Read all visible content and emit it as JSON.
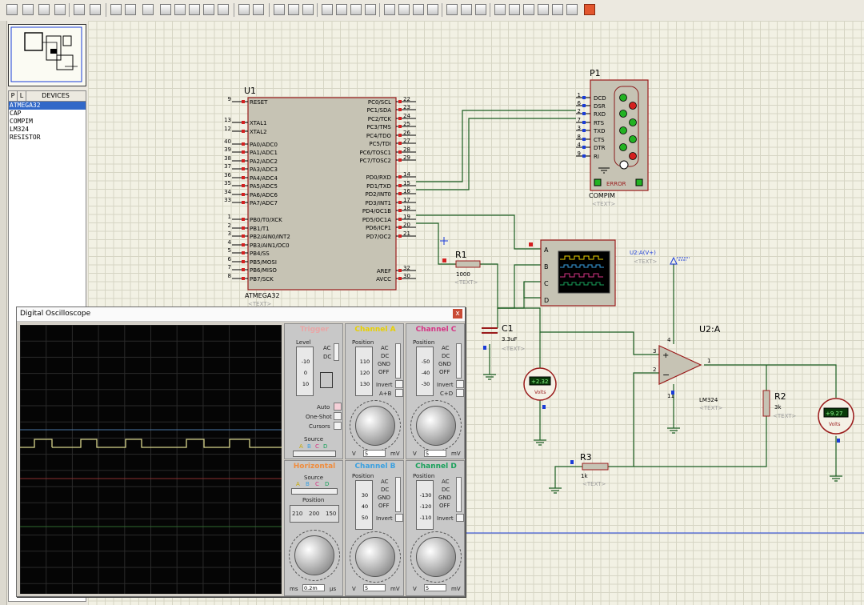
{
  "colors": {
    "canvas": "#f2f1e4",
    "wire": "#1b5e20",
    "component": "#9a1b1b",
    "body": "#c6c3b4",
    "scope_bg": "#050505",
    "trace": "#d8d58c",
    "chA": "#e8d000",
    "chB": "#3aa0e0",
    "chC": "#d63384",
    "chD": "#18a05a"
  },
  "panel": {
    "tabs": [
      "P",
      "L"
    ],
    "devices_header": "DEVICES",
    "devices": [
      "ATMEGA32",
      "CAP",
      "COMPIM",
      "LM324",
      "RESISTOR"
    ]
  },
  "u1": {
    "ref": "U1",
    "part": "ATMEGA32",
    "text": "<TEXT>",
    "left_pins": [
      {
        "n": "9",
        "label": "RESET"
      },
      {
        "n": "13",
        "label": "XTAL1"
      },
      {
        "n": "12",
        "label": "XTAL2"
      },
      {
        "n": "40",
        "label": "PA0/ADC0"
      },
      {
        "n": "39",
        "label": "PA1/ADC1"
      },
      {
        "n": "38",
        "label": "PA2/ADC2"
      },
      {
        "n": "37",
        "label": "PA3/ADC3"
      },
      {
        "n": "36",
        "label": "PA4/ADC4"
      },
      {
        "n": "35",
        "label": "PA5/ADC5"
      },
      {
        "n": "34",
        "label": "PA6/ADC6"
      },
      {
        "n": "33",
        "label": "PA7/ADC7"
      },
      {
        "n": "1",
        "label": "PB0/T0/XCK"
      },
      {
        "n": "2",
        "label": "PB1/T1"
      },
      {
        "n": "3",
        "label": "PB2/AIN0/INT2"
      },
      {
        "n": "4",
        "label": "PB3/AIN1/OC0"
      },
      {
        "n": "5",
        "label": "PB4/SS"
      },
      {
        "n": "6",
        "label": "PB5/MOSI"
      },
      {
        "n": "7",
        "label": "PB6/MISO"
      },
      {
        "n": "8",
        "label": "PB7/SCK"
      }
    ],
    "right_pins": [
      {
        "n": "22",
        "label": "PC0/SCL"
      },
      {
        "n": "23",
        "label": "PC1/SDA"
      },
      {
        "n": "24",
        "label": "PC2/TCK"
      },
      {
        "n": "25",
        "label": "PC3/TMS"
      },
      {
        "n": "26",
        "label": "PC4/TDO"
      },
      {
        "n": "27",
        "label": "PC5/TDI"
      },
      {
        "n": "28",
        "label": "PC6/TOSC1"
      },
      {
        "n": "29",
        "label": "PC7/TOSC2"
      },
      {
        "n": "14",
        "label": "PD0/RXD"
      },
      {
        "n": "15",
        "label": "PD1/TXD"
      },
      {
        "n": "16",
        "label": "PD2/INT0"
      },
      {
        "n": "17",
        "label": "PD3/INT1"
      },
      {
        "n": "18",
        "label": "PD4/OC1B"
      },
      {
        "n": "19",
        "label": "PD5/OC1A"
      },
      {
        "n": "20",
        "label": "PD6/ICP1"
      },
      {
        "n": "21",
        "label": "PD7/OC2"
      },
      {
        "n": "32",
        "label": "AREF"
      },
      {
        "n": "30",
        "label": "AVCC"
      }
    ]
  },
  "p1": {
    "ref": "P1",
    "part": "COMPIM",
    "text": "<TEXT>",
    "status": "ERROR",
    "pins": [
      {
        "n": "1",
        "label": "DCD"
      },
      {
        "n": "6",
        "label": "DSR"
      },
      {
        "n": "2",
        "label": "RXD"
      },
      {
        "n": "7",
        "label": "RTS"
      },
      {
        "n": "3",
        "label": "TXD"
      },
      {
        "n": "8",
        "label": "CTS"
      },
      {
        "n": "4",
        "label": "DTR"
      },
      {
        "n": "9",
        "label": "RI"
      }
    ]
  },
  "scope_symbol": {
    "channels": [
      "A",
      "B",
      "C",
      "D"
    ]
  },
  "r1": {
    "ref": "R1",
    "value": "1000",
    "text": "<TEXT>"
  },
  "c1": {
    "ref": "C1",
    "value": "3.3uF",
    "text": "<TEXT>"
  },
  "r2": {
    "ref": "R2",
    "value": "3k",
    "text": "<TEXT>"
  },
  "r3": {
    "ref": "R3",
    "value": "1k",
    "text": "<TEXT>"
  },
  "u2": {
    "ref": "U2:A",
    "part": "LM324",
    "text": "<TEXT>",
    "supply": "U2:A(V+)",
    "supply_text": "<TEXT>",
    "pin_plus": "3",
    "pin_minus": "2",
    "pin_out": "1",
    "pin_vcc": "4",
    "pin_gnd": "11"
  },
  "voltmeter1": {
    "value": "+2.32",
    "unit": "Volts"
  },
  "voltmeter2": {
    "value": "+9.27",
    "unit": "Volts"
  },
  "oscilloscope": {
    "title": "Digital Oscilloscope",
    "close": "x",
    "trigger": {
      "title": "Trigger",
      "level_label": "Level",
      "level_ticks": [
        "-10",
        "0",
        "10"
      ],
      "ac": "AC",
      "dc": "DC",
      "auto": "Auto",
      "one_shot": "One-Shot",
      "cursors": "Cursors",
      "source": "Source",
      "sources": [
        "A",
        "B",
        "C",
        "D"
      ]
    },
    "horizontal": {
      "title": "Horizontal",
      "source": "Source",
      "sources": [
        "A",
        "B",
        "C",
        "D"
      ],
      "position": "Position",
      "position_ticks": [
        "210",
        "200",
        "150"
      ],
      "unit_box": "0.2m",
      "units": [
        "ms",
        "μs"
      ]
    },
    "channel_a": {
      "title": "Channel A",
      "position": "Position",
      "ticks": [
        "110",
        "120",
        "130"
      ],
      "modes": [
        "AC",
        "DC",
        "GND",
        "OFF"
      ],
      "invert": "Invert",
      "extra": "A+B",
      "box": "5",
      "units": [
        "V",
        "mV"
      ]
    },
    "channel_b": {
      "title": "Channel B",
      "position": "Position",
      "ticks": [
        "30",
        "40",
        "50"
      ],
      "modes": [
        "AC",
        "DC",
        "GND",
        "OFF"
      ],
      "invert": "Invert",
      "box": "5",
      "units": [
        "V",
        "mV"
      ]
    },
    "channel_c": {
      "title": "Channel C",
      "position": "Position",
      "ticks": [
        "-50",
        "-40",
        "-30"
      ],
      "modes": [
        "AC",
        "DC",
        "GND",
        "OFF"
      ],
      "invert": "Invert",
      "extra": "C+D",
      "box": "5",
      "units": [
        "V",
        "mV"
      ]
    },
    "channel_d": {
      "title": "Channel D",
      "position": "Position",
      "ticks": [
        "-130",
        "-120",
        "-110"
      ],
      "modes": [
        "AC",
        "DC",
        "GND",
        "OFF"
      ],
      "invert": "Invert",
      "box": "5",
      "units": [
        "V",
        "mV"
      ]
    }
  }
}
